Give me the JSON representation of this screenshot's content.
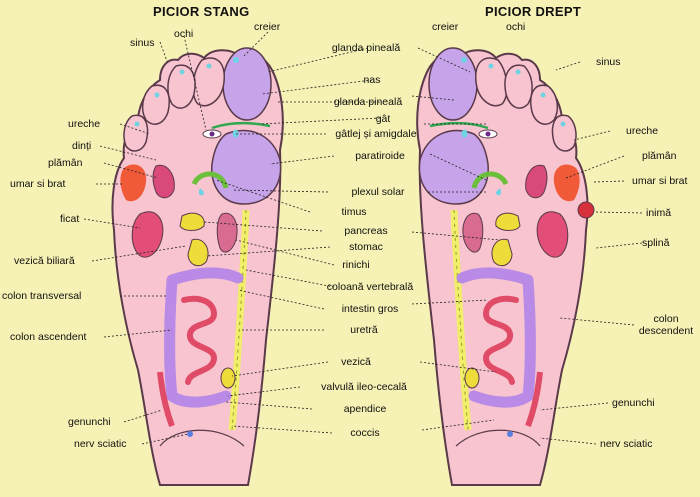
{
  "titles": {
    "left": "PICIOR STANG",
    "right": "PICIOR DREPT"
  },
  "labels": {
    "left_foot": {
      "sinus": "sinus",
      "ochi": "ochi",
      "creier": "creier",
      "ureche": "ureche",
      "dinti": "dinți",
      "plamani": "plămân",
      "umar": "umar si brat",
      "ficat": "ficat",
      "vezica_biliara": "vezică biliară",
      "colon_transversal": "colon transversal",
      "colon_ascendent": "colon ascendent",
      "genunchi": "genunchi",
      "nerv_sciatic": "nerv sciatic"
    },
    "center": [
      "glanda pineală",
      "nas",
      "glanda pineală",
      "gât",
      "gâtlej și amigdale",
      "paratiroide",
      "plexul solar",
      "timus",
      "pancreas",
      "stomac",
      "rinichi",
      "coloană vertebrală",
      "intestin gros",
      "uretră",
      "vezică",
      "valvulă ileo-cecală",
      "apendice",
      "coccis"
    ],
    "right_foot": {
      "creier": "creier",
      "ochi": "ochi",
      "sinus": "sinus",
      "ureche": "ureche",
      "plamani": "plămân",
      "umar": "umar si brat",
      "inima": "inimă",
      "splina": "splină",
      "colon_descendent": "colon descendent",
      "genunchi": "genunchi",
      "nerv_sciatic": "nerv sciatic"
    }
  },
  "colors": {
    "background": "#f6f1b4",
    "foot_skin": "#f7c4cf",
    "foot_outline": "#5a3a4a",
    "brain_area": "#c7a3ea",
    "colon": "#b98ae6",
    "small_intestine": "#e04c68",
    "liver": "#e24e78",
    "spine": "#f0ee6a",
    "stomach": "#eedc3a",
    "leader_line": "#222222"
  }
}
